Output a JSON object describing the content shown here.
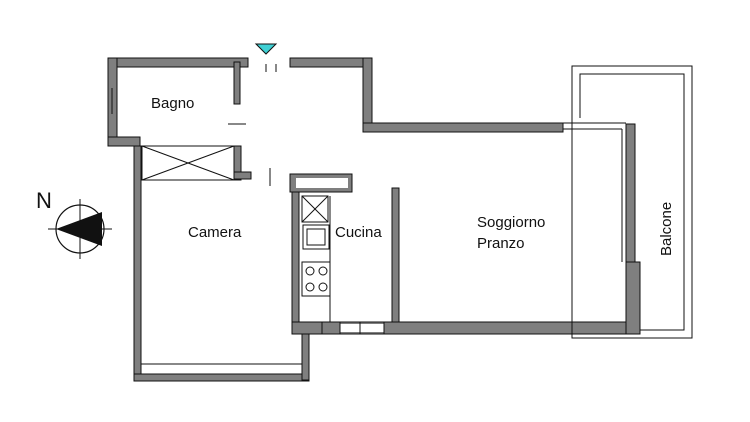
{
  "colors": {
    "wall": "#7f7f7f",
    "wall_stroke": "#111111",
    "line": "#111111",
    "entrance_marker": "#3fd0d4",
    "background": "#ffffff"
  },
  "compass": {
    "letter": "N",
    "icon": "north-arrow-icon"
  },
  "entrance": {
    "icon": "entrance-triangle-icon"
  },
  "rooms": {
    "bagno": "Bagno",
    "camera": "Camera",
    "cucina": "Cucina",
    "soggiorno_line1": "Soggiorno",
    "soggiorno_line2": "Pranzo",
    "balcone": "Balcone"
  }
}
